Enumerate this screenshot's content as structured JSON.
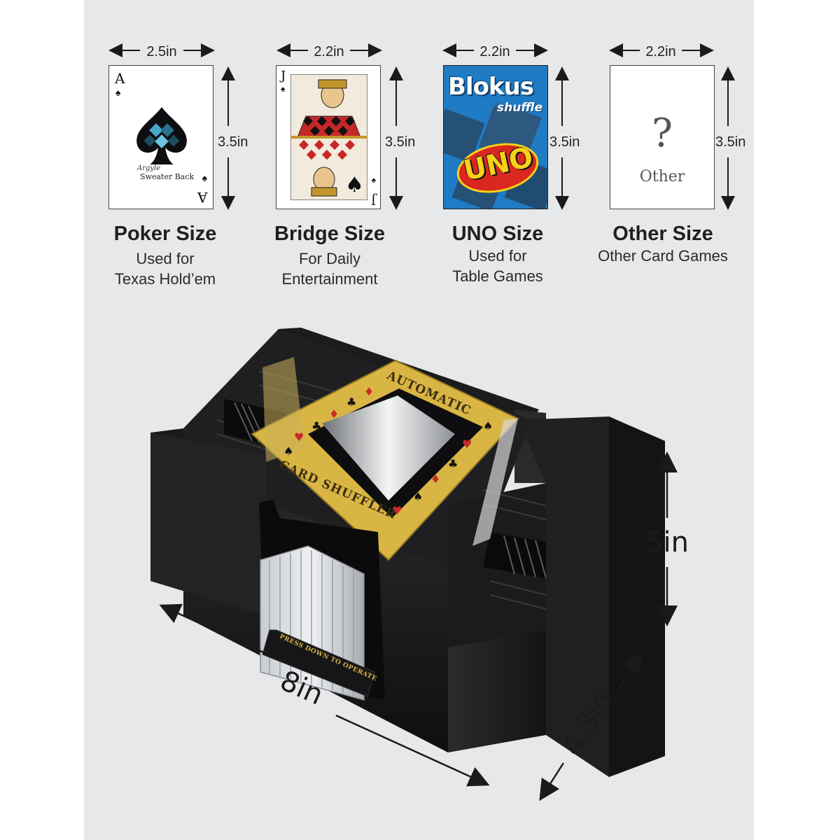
{
  "cards": [
    {
      "width_label": "2.5in",
      "height_label": "3.5in",
      "title": "Poker Size",
      "sub1": "Used for",
      "sub2": "Texas Hold’em",
      "corner_rank": "A",
      "back_text_1": "Argyle",
      "back_text_2": "Sweater Back"
    },
    {
      "width_label": "2.2in",
      "height_label": "3.5in",
      "title": "Bridge Size",
      "sub1": "For Daily",
      "sub2": "Entertainment",
      "corner_rank": "J"
    },
    {
      "width_label": "2.2in",
      "height_label": "3.5in",
      "title": "UNO Size",
      "sub1": "Used for",
      "sub2": "Table Games",
      "logo1": "Blokus",
      "logo1_sub": "shuffle",
      "logo2": "UNO"
    },
    {
      "width_label": "2.2in",
      "height_label": "3.5in",
      "title": "Other Size",
      "sub1": "Other Card Games",
      "question": "?",
      "card_text": "Other"
    }
  ],
  "shuffler": {
    "label_top": "AUTOMATIC",
    "label_bottom": "CARD SHUFFLER",
    "press_text": "PRESS DOWN TO OPERATE"
  },
  "dimensions": {
    "length": "8in",
    "height": "5in",
    "depth": "4.3in"
  },
  "colors": {
    "panel": "#e7e8ea",
    "shuffler_body": "#1c1c1e",
    "gold": "#d9b544",
    "red": "#c92a2a"
  }
}
